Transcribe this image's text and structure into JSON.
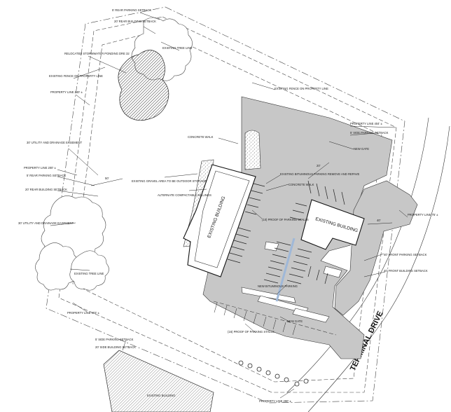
{
  "labels": {
    "parking_setback_top": "5' REAR PARKING SETBACK",
    "building_setback_top": "20' REAR BUILDING SETBACK",
    "tree_line_top": "EXISTING TREE LINE",
    "stormwater_pond": "RELOCATED STORMWATER PONDING DRE 32",
    "fence_left": "EXISTING FENCE ON PROPERTY LINE",
    "fence_right": "EXISTING FENCE ON PROPERTY LINE",
    "property_line_left_top": "PROPERTY LINE 240' ±",
    "property_line_right_top": "PROPERTY LINE 404' ±",
    "side_parking_setback": "5' SIDE PARKING SETBACK",
    "new_gate_top": "NEW GATE",
    "concrete_walk_top": "CONCRETE WALK",
    "utility_easement_top": "30' UTILITY AND DRAINAGE EASEMENT",
    "property_line_left_mid": "PROPERTY LINE 200' ±",
    "rear_parking_setback_left": "5' REAR PARKING SETBACK",
    "rear_building_setback_left": "20' REAR BUILDING SETBACK",
    "gravel_area": "EXISTING GRAVEL AREA TO BE OUTDOOR STORAGE",
    "millings": "ALTERNATE COMPACTABLE MILLINGS",
    "existing_bituminous": "EXISTING BITUMINOUS PARKING REMOVE AND REPAVE",
    "concrete_walk_mid": "CONCRETE WALK",
    "property_line_right_mid": "PROPERTY LINE 75' ±",
    "utility_easement_left": "30' UTILITY AND DRAINAGE EASEMENT",
    "ten_parking_stalls_mid": "(10) PROOF OF PARKING STALLS",
    "front_parking_setback": "40' FRONT PARKING SETBACK",
    "front_building_setback": "40' FRONT BUILDING SETBACK",
    "tree_line_bottom": "EXISTING TREE LINE",
    "new_bituminous": "NEW BITUMINOUS PARKING",
    "new_gate_bottom": "NEW GATE",
    "property_line_bottom_left": "PROPERTY LINE 403' ±",
    "ten_parking_stalls_bottom": "(16) PROOF OF PARKING STALLS",
    "side_parking_setback_bottom": "5' SIDE PARKING SETBACK",
    "side_building_setback_bottom": "20' SIDE BUILDING SETBACK",
    "property_line_bottom": "PROPERTY LINE 290' ±",
    "existing_building_bottom": "EXISTING BUILDING",
    "dim_50": "50'",
    "dim_40": "40'",
    "dim_20": "20'"
  },
  "buildings": {
    "left": "EXISTING BUILDING",
    "right": "EXISTING BUILDING"
  },
  "road": "TERMINAL DRIVE",
  "colors": {
    "pavement": "#c7c7c7",
    "water_strip": "#9fb8d8",
    "line": "#222222"
  }
}
